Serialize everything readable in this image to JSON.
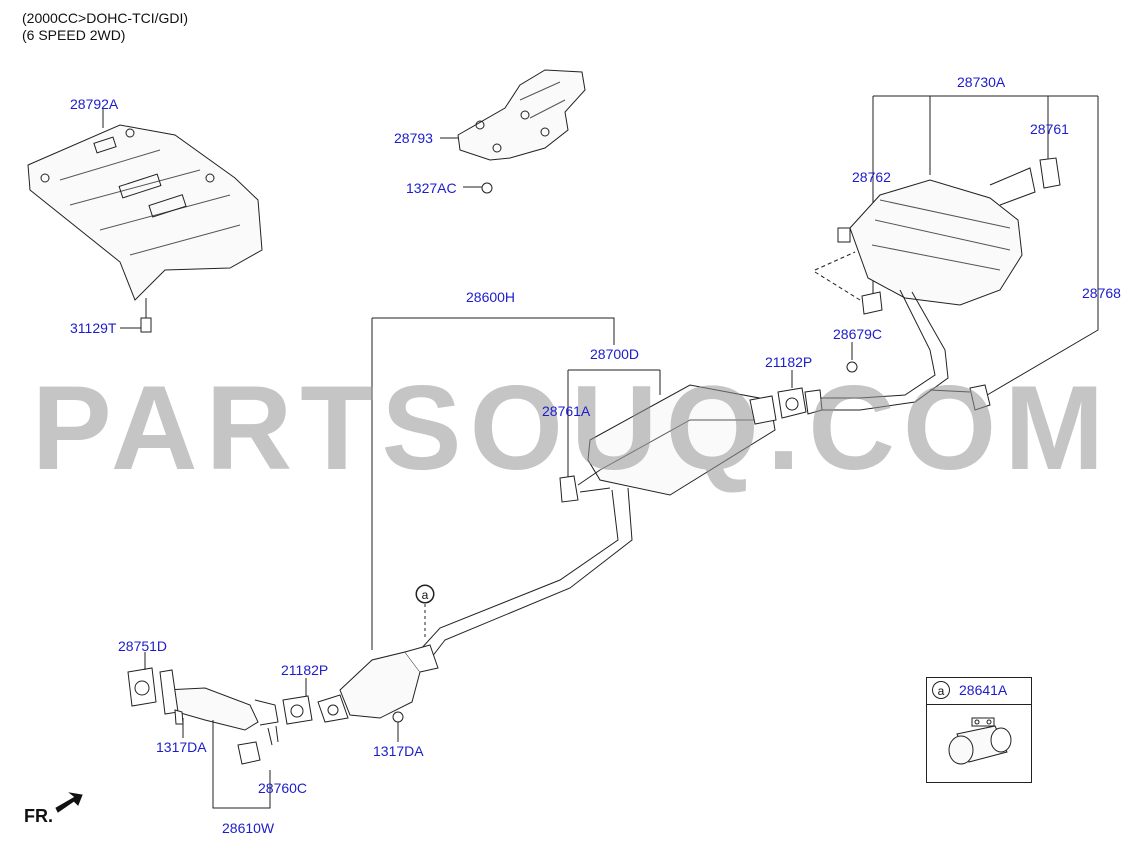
{
  "header": {
    "line1": "(2000CC>DOHC-TCI/GDI)",
    "line2": "(6 SPEED 2WD)"
  },
  "watermark": "PARTSOUQ.COM",
  "direction_label": "FR.",
  "callout_letter": "a",
  "inset": {
    "letter": "a",
    "part": "28641A"
  },
  "parts": {
    "p28792A": "28792A",
    "p31129T": "31129T",
    "p28793": "28793",
    "p1327AC": "1327AC",
    "p28730A": "28730A",
    "p28761": "28761",
    "p28762": "28762",
    "p28768": "28768",
    "p28679C": "28679C",
    "p21182P_top": "21182P",
    "p28600H": "28600H",
    "p28700D": "28700D",
    "p28761A": "28761A",
    "p28751D": "28751D",
    "p1317DA_left": "1317DA",
    "p21182P_bottom": "21182P",
    "p1317DA_right": "1317DA",
    "p28760C": "28760C",
    "p28610W": "28610W"
  },
  "colors": {
    "label": "#1c1ccc",
    "line": "#222222",
    "watermark": "#969696"
  }
}
